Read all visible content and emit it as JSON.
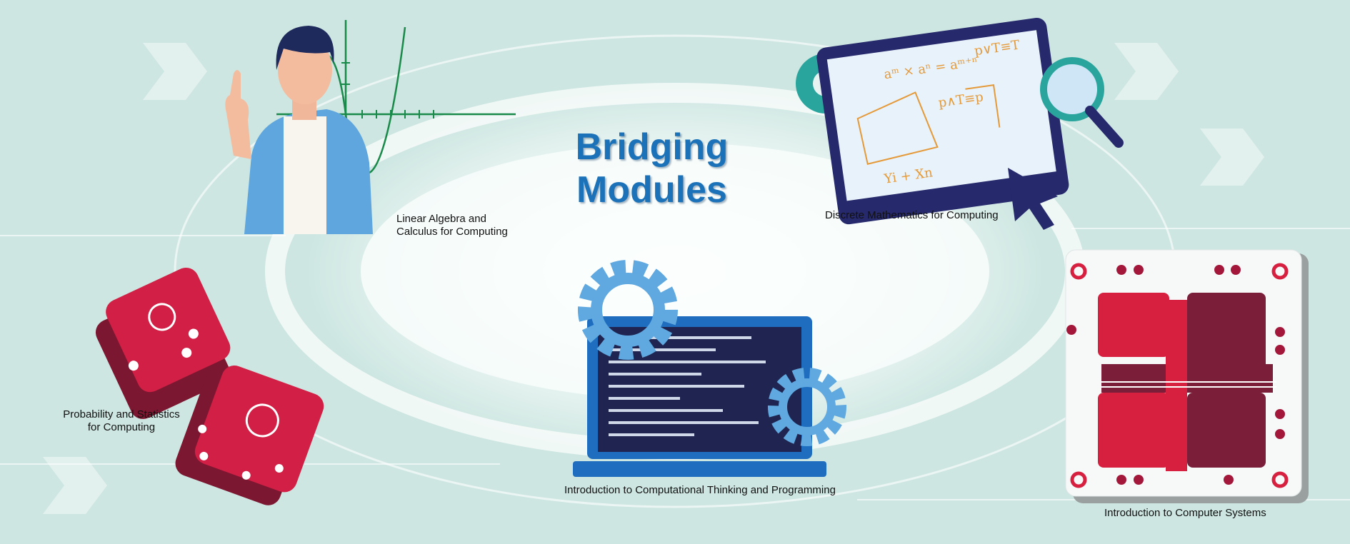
{
  "title": {
    "line1": "Bridging",
    "line2": "Modules"
  },
  "modules": [
    {
      "label_line1": "Linear Algebra and",
      "label_line2": "Calculus for Computing",
      "icon": "teacher-graph-icon"
    },
    {
      "label": "Discrete Mathematics for Computing",
      "icon": "monitor-math-icon"
    },
    {
      "label_line1": "Probability and Statistics",
      "label_line2": "for Computing",
      "icon": "dice-icon"
    },
    {
      "label": "Introduction  to Computational Thinking and Programming",
      "icon": "laptop-gears-icon"
    },
    {
      "label": "Introduction  to Computer Systems",
      "icon": "circuit-chip-icon"
    }
  ],
  "colors": {
    "title": "#1b72b8",
    "dice": "#d21f45",
    "chip_light": "#d7203f",
    "chip_dark": "#7a1e3a",
    "laptop": "#1f6dbf",
    "gear": "#5fa8e0",
    "monitor": "#26296b"
  }
}
